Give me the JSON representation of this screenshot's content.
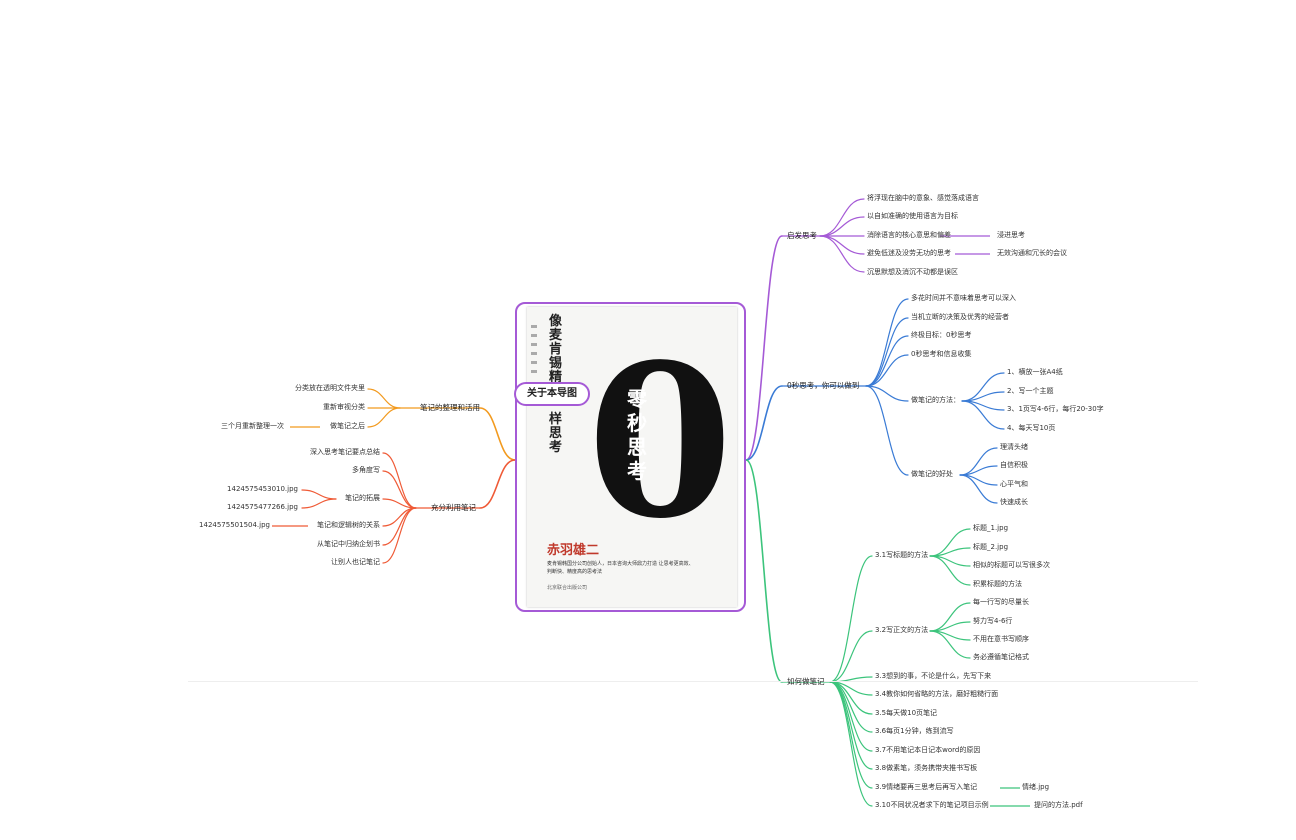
{
  "center": {
    "label": "关于本导图",
    "cover": {
      "title_chars": "零秒思考",
      "big_digit": "0",
      "subtitle": "像麦肯锡精英一样思考",
      "author": "赤羽雄二",
      "blurb": "麦肯锡韩国分公司创始人，日本咨询大师鼎力打造 让思考更高效、判断快、精度高的思考法",
      "publisher": "北京联合出版公司"
    }
  },
  "colors": {
    "frame": "#a55ad6",
    "purple": "#a55ad6",
    "blue": "#3a7bd5",
    "green": "#3cc47c",
    "orange": "#f29a1f",
    "red": "#ef5a36"
  },
  "branches": {
    "qifa": {
      "label": "启发思考",
      "children": [
        "将浮现在脑中的意象、感觉落成语言",
        "以自如准确的使用语言为目标",
        "消除语言的核心意思和偏差",
        "避免低迷及没劳无功的思考",
        "沉思默想及消沉不动都是误区"
      ],
      "sub2": "浸进思考",
      "sub3": "无效沟通和冗长的会议"
    },
    "zero": {
      "label": "0秒思考，你可以做到",
      "children": [
        "多花时间并不意味着思考可以深入",
        "当机立断的决策及优秀的经营者",
        "终极目标：0秒思考",
        "0秒思考和信息收集",
        "做笔记的方法：",
        "做笔记的好处"
      ],
      "method": [
        "1、横放一张A4纸",
        "2、写一个主题",
        "3、1页写4-6行，每行20-30字",
        "4、每天写10页"
      ],
      "benefit": [
        "理清头绪",
        "自信积极",
        "心平气和",
        "快速成长"
      ]
    },
    "howto": {
      "label": "如何做笔记",
      "children": [
        "3.1写标题的方法",
        "3.2写正文的方法",
        "3.3想到的事，不论是什么，先写下来",
        "3.4教你如何省略的方法，磨好粗糙行面",
        "3.5每天做10页笔记",
        "3.6每页1分钟，练到流写",
        "3.7不用笔记本日记本word的原因",
        "3.8做素笔，须务携带夹推书写板",
        "3.9情绪要再三思考后再写入笔记",
        "3.10不同状况者求下的笔记项目示例"
      ],
      "title_method": [
        "标题_1.jpg",
        "标题_2.jpg",
        "相似的标题可以写很多次",
        "积累标题的方法"
      ],
      "body_method": [
        "每一行写的尽量长",
        "努力写4-6行",
        "不用在意书写顺序",
        "务必遵循笔记格式"
      ],
      "emotion": "情绪.jpg",
      "example": "提问的方法.pdf"
    },
    "organize": {
      "label": "笔记的整理和活用",
      "children": [
        "分类放在透明文件夹里",
        "重新审视分类",
        "做笔记之后"
      ],
      "after": "三个月重新整理一次"
    },
    "fulluse": {
      "label": "充分利用笔记",
      "children": [
        "深入思考笔记要点总结",
        "多角度写",
        "笔记的拓展",
        "笔记和逻辑树的关系",
        "从笔记中归纳企划书",
        "让别人也记笔记"
      ],
      "expand": [
        "1424575453010.jpg",
        "1424575477266.jpg"
      ],
      "logic": "1424575501504.jpg"
    }
  }
}
